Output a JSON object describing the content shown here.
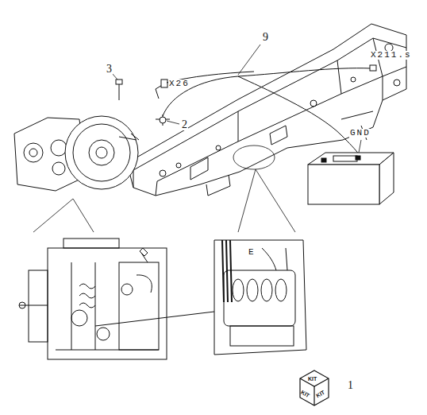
{
  "diagram": {
    "labels": [
      "3",
      "X26",
      "2",
      "9",
      "X211.s",
      "GND",
      "E",
      "KIT",
      "KIT",
      "KIT",
      "1"
    ]
  }
}
